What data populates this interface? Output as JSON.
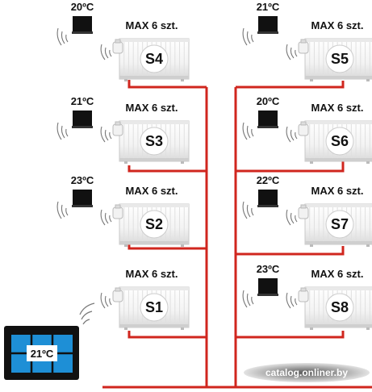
{
  "zones": [
    {
      "id": "S4",
      "temp": "20ºC",
      "max": "MAX 6 szt."
    },
    {
      "id": "S5",
      "temp": "21ºC",
      "max": "MAX 6 szt."
    },
    {
      "id": "S3",
      "temp": "21ºC",
      "max": "MAX 6 szt."
    },
    {
      "id": "S6",
      "temp": "20ºC",
      "max": "MAX 6 szt."
    },
    {
      "id": "S2",
      "temp": "23ºC",
      "max": "MAX 6 szt."
    },
    {
      "id": "S7",
      "temp": "22ºC",
      "max": "MAX 6 szt."
    },
    {
      "id": "S1",
      "temp": "",
      "max": "MAX 6 szt."
    },
    {
      "id": "S8",
      "temp": "23ºC",
      "max": "MAX 6 szt."
    }
  ],
  "controller": {
    "temp": "21ºC"
  },
  "watermark": "catalog.onliner.by",
  "colors": {
    "pipe": "#d0261e",
    "screen": "#1e8fd6",
    "frame": "#111111"
  }
}
